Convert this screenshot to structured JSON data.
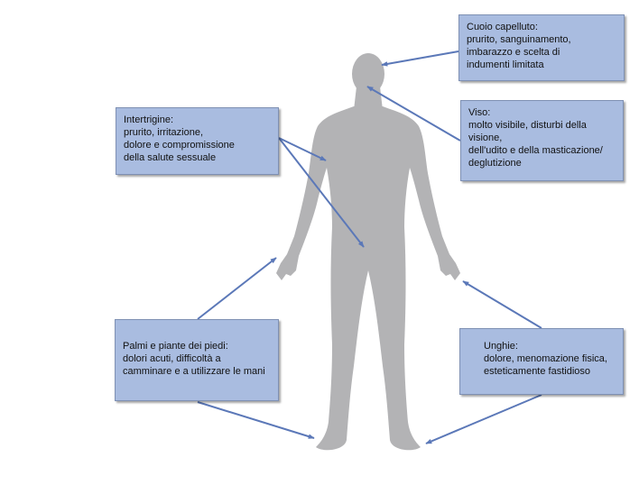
{
  "colors": {
    "box_fill": "#a9bce0",
    "box_border": "#7e90b3",
    "body_silhouette": "#b3b3b5",
    "arrow": "#5b78b8"
  },
  "callouts": {
    "scalp": {
      "title": "Cuoio capelluto:",
      "desc": "prurito, sanguinamento,\nimbarazzo e scelta di\nindumenti limitata"
    },
    "face": {
      "title": "Viso:",
      "desc": "molto visibile, disturbi della visione,\ndell'udito e della masticazione/\ndeglutizione"
    },
    "intertrigo": {
      "title": "Intertrigine:",
      "desc": "prurito, irritazione,\ndolore e compromissione\ndella salute sessuale"
    },
    "palms_soles": {
      "title": "Palmi e piante dei piedi:",
      "desc": " dolori acuti, difficoltà a\ncamminare e a utilizzare le mani"
    },
    "nails": {
      "title": "Unghie:",
      "desc": "dolore, menomazione fisica,\nesteticamente fastidioso"
    }
  }
}
